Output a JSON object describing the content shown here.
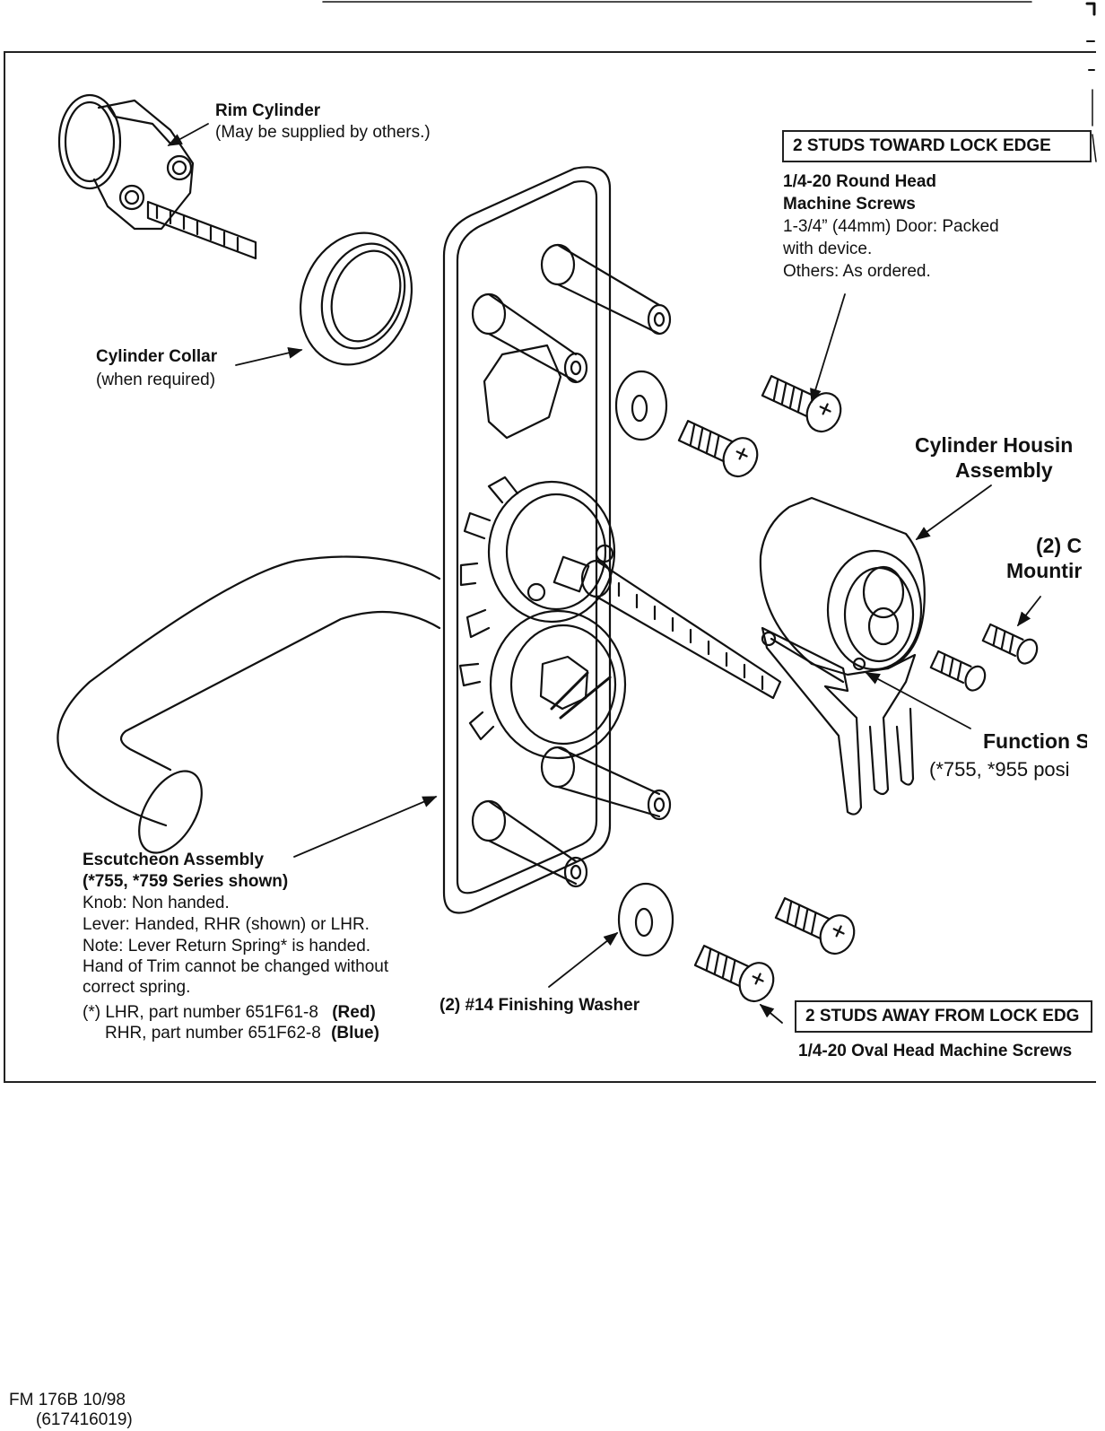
{
  "labels": {
    "rim_cylinder": {
      "title": "Rim Cylinder",
      "note": "(May be supplied by others.)"
    },
    "cylinder_collar": {
      "title": "Cylinder Collar",
      "note": "(when required)"
    },
    "studs_toward": "2 STUDS TOWARD LOCK EDGE",
    "round_head": {
      "line1": "1/4-20 Round Head",
      "line2": "Machine Screws",
      "line3": "1-3/4” (44mm) Door: Packed",
      "line4": "with device.",
      "line5": "Others: As ordered."
    },
    "cylinder_housing": {
      "line1": "Cylinder Housin",
      "line2": "Assembly"
    },
    "mounting": {
      "line1": "(2) C",
      "line2": "Mountir"
    },
    "function": {
      "title": "Function S",
      "note": "(*755, *955 posi"
    },
    "escutcheon": {
      "title": "Escutcheon Assembly",
      "series": "(*755, *759 Series shown)",
      "knob": "Knob: Non handed.",
      "lever": "Lever: Handed, RHR (shown) or LHR.",
      "note1": "Note: Lever Return Spring* is handed.",
      "note2": "Hand of Trim cannot be changed without",
      "note3": "correct spring.",
      "lhr_prefix": "(*) LHR, part number 651F61-8",
      "lhr_color": "(Red)",
      "rhr_prefix": "RHR, part number 651F62-8",
      "rhr_color": "(Blue)"
    },
    "washer": "(2) #14 Finishing Washer",
    "studs_away": "2 STUDS AWAY FROM LOCK EDG",
    "oval_head": "1/4-20 Oval Head Machine Screws"
  },
  "footer": {
    "form": "FM 176B  10/98",
    "part": "(617416019)"
  }
}
